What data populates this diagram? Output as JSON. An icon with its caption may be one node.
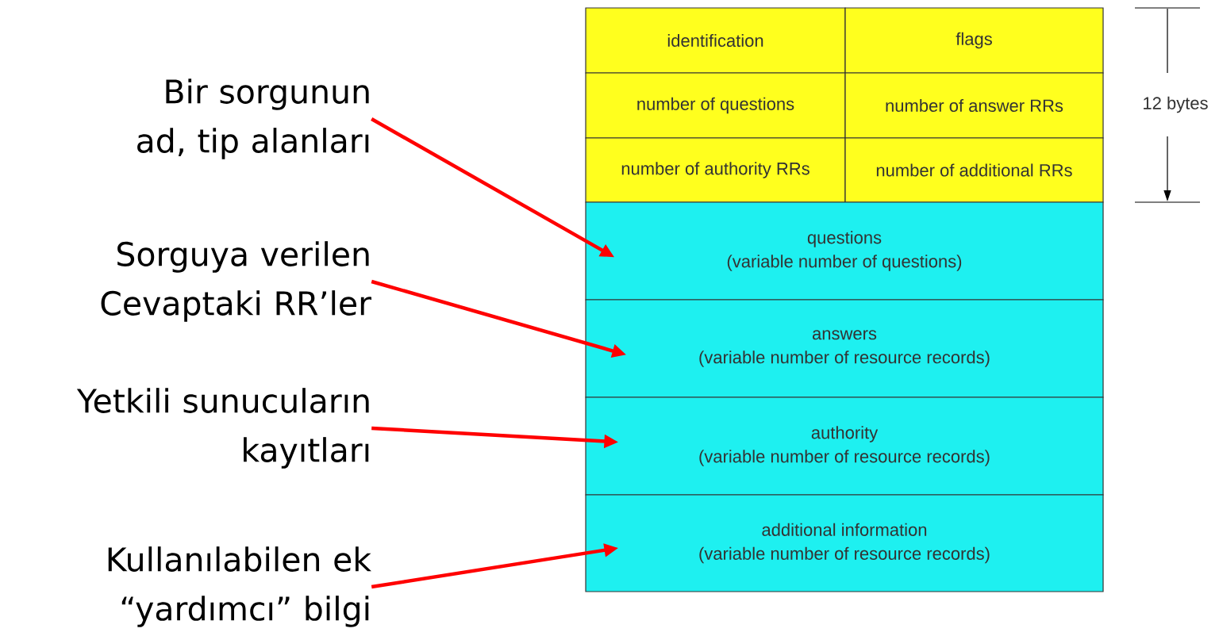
{
  "diagram": {
    "nodes": [
      {
        "text": [
          "identification"
        ]
      },
      {
        "text": [
          "flags"
        ]
      },
      {
        "text": [
          "number of questions"
        ]
      },
      {
        "text": [
          "number of answer RRs"
        ]
      },
      {
        "text": [
          "number of authority RRs"
        ]
      },
      {
        "text": [
          "number of additional RRs"
        ]
      },
      {
        "text": [
          "questions",
          "(variable number of questions)"
        ]
      },
      {
        "text": [
          "answers",
          "(variable number of resource records)"
        ]
      },
      {
        "text": [
          "authority",
          "(variable number of resource  records)"
        ]
      },
      {
        "text": [
          "additional information",
          "(variable number of resource records)"
        ]
      },
      {
        "text": [
          "Bir sorgunun ad, tip alanları"
        ]
      },
      {
        "text": [
          "Sorguya verilen Cevaptaki RR’ler"
        ]
      },
      {
        "text": [
          "Yetkili sunucuların kayıtları"
        ]
      },
      {
        "text": [
          "Kullanılabilen ek “yardımcı” bilgi"
        ]
      }
    ],
    "edges": [
      {
        "from": 10,
        "to": 6,
        "arrow": "to"
      },
      {
        "from": 11,
        "to": 7,
        "arrow": "to"
      },
      {
        "from": 12,
        "to": 8,
        "arrow": "to"
      },
      {
        "from": 13,
        "to": 9,
        "arrow": "to"
      }
    ],
    "labels": [
      "12 bytes"
    ]
  }
}
